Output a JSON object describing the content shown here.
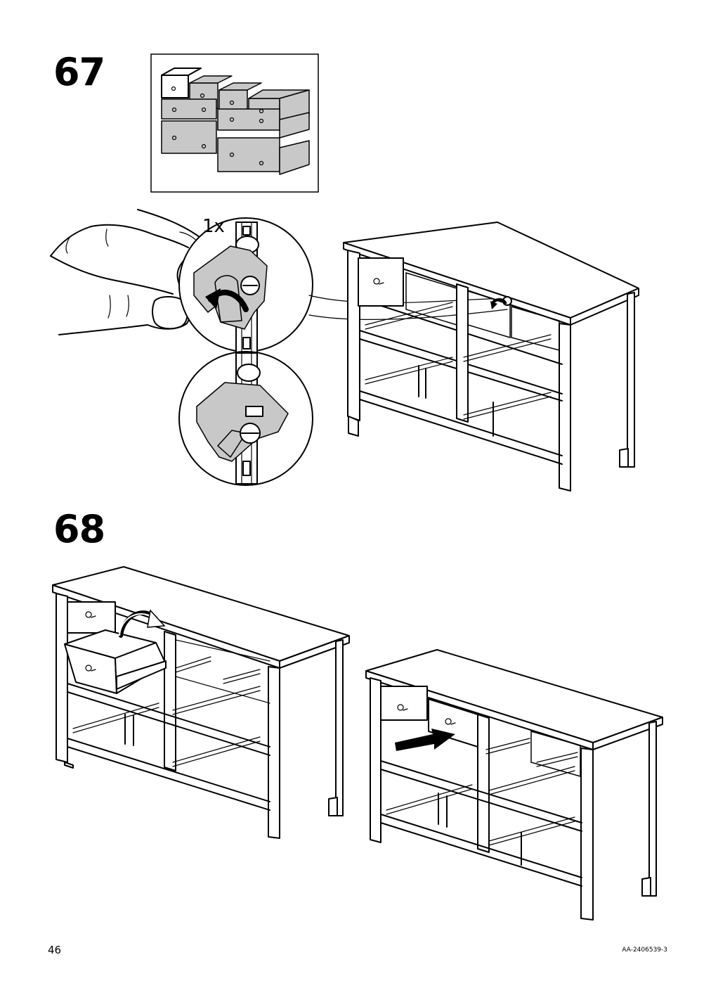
{
  "steps": [
    {
      "number": "67",
      "quantity_label": "1x"
    },
    {
      "number": "68"
    }
  ],
  "footer": {
    "page_number": "46",
    "document_code": "AA-2406539-3"
  }
}
